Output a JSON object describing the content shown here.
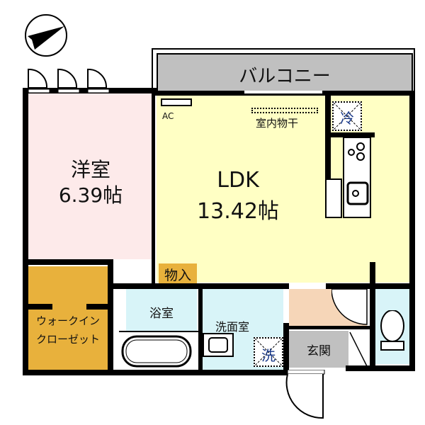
{
  "floorplan": {
    "colors": {
      "western_room": "#fdeaea",
      "ldk": "#ffffc4",
      "closet": "#e8b13c",
      "bath": "#d8f4f8",
      "entry_hall": "#f6d6b8",
      "genkan": "#c0c0c0",
      "balcony": "#c0c0c0",
      "wall": "#000000"
    },
    "compass": {
      "icon": "north-arrow-icon"
    },
    "balcony": {
      "label": "バルコニー"
    },
    "western_room": {
      "name": "洋室",
      "size": "6.39帖"
    },
    "ldk": {
      "name": "LDK",
      "size": "13.42帖",
      "ac_label": "AC",
      "drying_label": "室内物干"
    },
    "fridge": {
      "label": "冷"
    },
    "storage": {
      "label": "物入"
    },
    "closet": {
      "line1": "ウォークイン",
      "line2": "クローゼット"
    },
    "bathroom": {
      "label": "浴室"
    },
    "washroom": {
      "label": "洗面室",
      "washer_label": "洗"
    },
    "genkan": {
      "label": "玄関"
    }
  }
}
